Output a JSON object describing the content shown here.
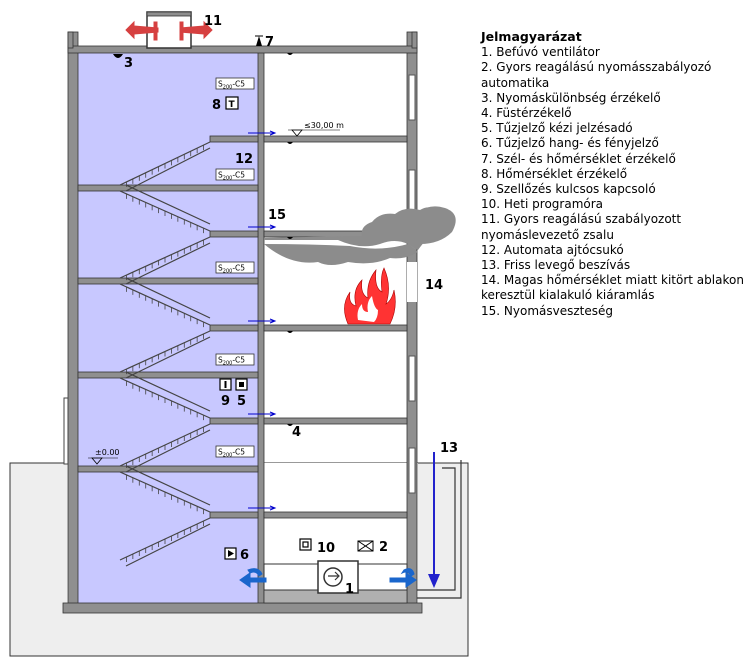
{
  "legend": {
    "title": "Jelmagyarázat",
    "items": [
      "1. Befúvó ventilátor",
      "2. Gyors reagálású nyomásszabályozó automatika",
      "3. Nyomáskülönbség érzékelő",
      "4. Füstérzékelő",
      "5. Tűzjelző kézi jelzésadó",
      "6. Tűzjelző hang- és fényjelző",
      "7. Szél- és hőmérséklet érzékelő",
      "8. Hőmérséklet érzékelő",
      "9. Szellőzés kulcsos kapcsoló",
      "10. Heti programóra",
      "11. Gyors reagálású szabályozott nyomáslevezető zsalu",
      "12. Automata ajtócsukó",
      "13. Friss levegő beszívás",
      "14. Magas hőmérséklet miatt kitört ablakon keresztül kialakuló kiáramlás",
      "15. Nyomásveszteség"
    ]
  },
  "markers": {
    "n1": "1",
    "n2": "2",
    "n3": "3",
    "n4": "4",
    "n5": "5",
    "n6": "6",
    "n7": "7",
    "n8": "8",
    "n9": "9",
    "n10": "10",
    "n11": "11",
    "n12": "12",
    "n13": "13",
    "n14": "14",
    "n15": "15"
  },
  "door_label_main": "S",
  "door_label_sub": "200",
  "door_label_suffix": "-C5",
  "level_top": "≤30,00 m",
  "level_ground": "±0.00",
  "sensor_t_symbol": "T",
  "colors": {
    "stair_fill": "#c8c8ff",
    "wall": "#8f8f8f",
    "ground": "#eeeeee",
    "smoke": "#8c8c8c",
    "fire": "#ff3333",
    "blue_arrow": "#0000cc",
    "red_arrow": "#d64040"
  }
}
